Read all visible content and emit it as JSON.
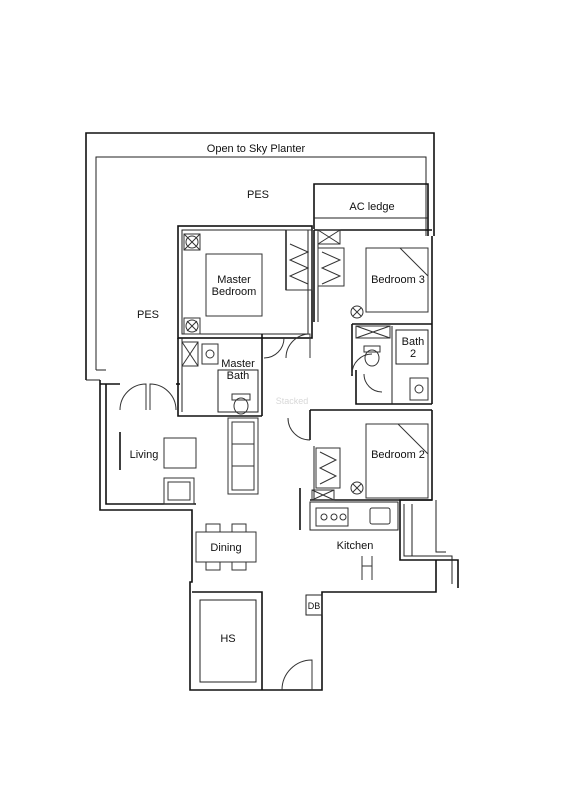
{
  "labels": {
    "planter": "Open to Sky Planter",
    "pes_top": "PES",
    "pes_left": "PES",
    "ac_ledge": "AC ledge",
    "master_bedroom_1": "Master",
    "master_bedroom_2": "Bedroom",
    "bedroom3": "Bedroom 3",
    "master_bath_1": "Master",
    "master_bath_2": "Bath",
    "bath2_1": "Bath",
    "bath2_2": "2",
    "bedroom2": "Bedroom 2",
    "living": "Living",
    "dining": "Dining",
    "kitchen": "Kitchen",
    "hs": "HS",
    "db": "DB"
  },
  "watermark": "Stacked",
  "icons": [
    "wardrobe-icon",
    "water-heater-icon",
    "toilet-icon",
    "basin-icon",
    "stove-icon",
    "sink-icon",
    "sofa-icon",
    "dining-table-icon",
    "door-swing-icon"
  ]
}
